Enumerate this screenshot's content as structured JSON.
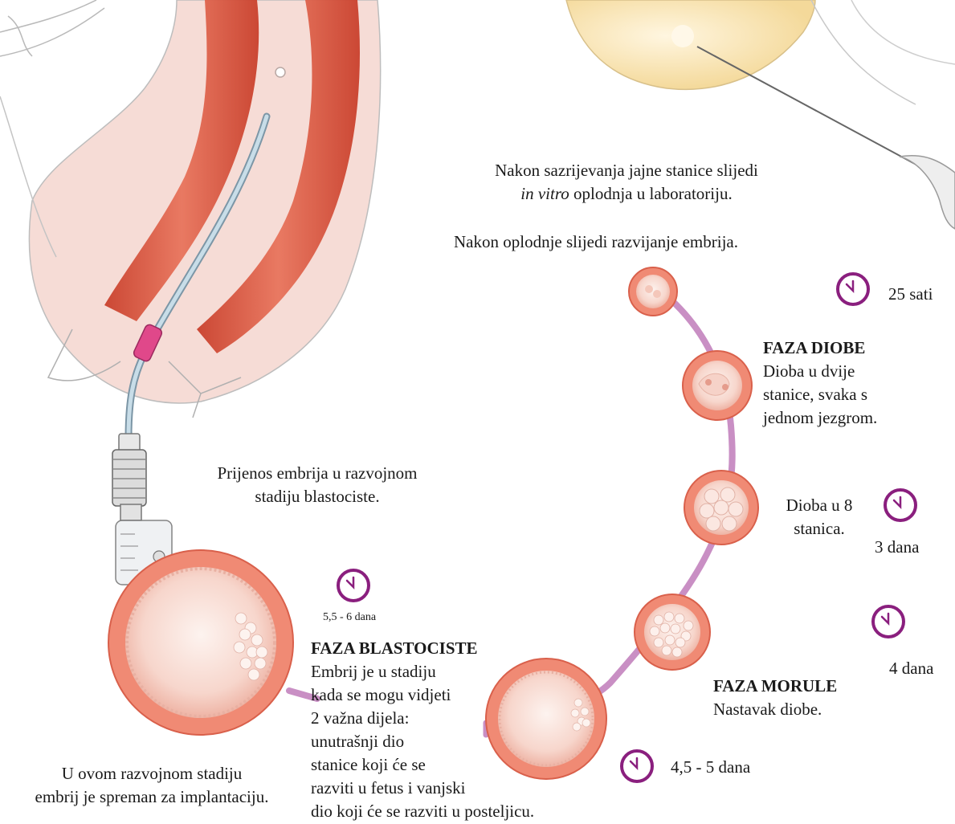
{
  "colors": {
    "accent_purple": "#8a1f7e",
    "path_lilac": "#c98fc4",
    "cell_salmon": "#f08a74",
    "cell_rim": "#e4604b",
    "tissue_red": "#d9533c",
    "catheter_blue": "#a9c3d3",
    "tip_pink": "#e0488a"
  },
  "intro": {
    "line1": "Nakon sazrijevanja jajne stanice slijedi",
    "line2_italic": "in vitro",
    "line2_rest": " oplodnja u laboratoriju.",
    "line3": "Nakon oplodnje slijedi razvijanje embrija."
  },
  "transfer": {
    "line1": "Prijenos embrija u razvojnom",
    "line2": "stadiju blastociste."
  },
  "implant": {
    "line1": "U ovom razvojnom stadiju",
    "line2": "embrij je spreman za implantaciju."
  },
  "stages": {
    "diobe": {
      "title": "FAZA DIOBE",
      "line1": "Dioba u dvije",
      "line2": "stanice,  svaka s",
      "line3": "jednom jezgrom."
    },
    "dioba8": {
      "line1": "Dioba u 8",
      "line2": "stanica."
    },
    "morule": {
      "title": "FAZA MORULE",
      "line1": "Nastavak diobe."
    },
    "blastociste": {
      "title": "FAZA BLASTOCISTE",
      "lines": [
        "Embrij je u stadiju",
        "kada se mogu vidjeti",
        "2 važna dijela:",
        "unutrašnji dio",
        "stanice koji će se",
        "razviti u fetus i vanjski",
        "dio koji će se razviti u posteljicu."
      ]
    }
  },
  "times": {
    "t25": "25 sati",
    "t3": "3 dana",
    "t4": "4 dana",
    "t45": "4,5 - 5 dana",
    "t55": "5,5 - 6 dana"
  },
  "icons": [
    "clock-icon"
  ]
}
